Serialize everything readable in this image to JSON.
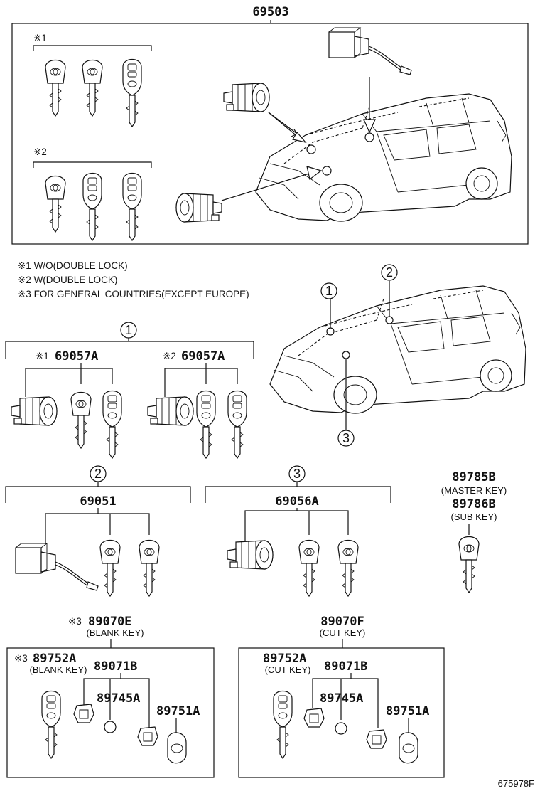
{
  "header": {
    "assembly": "69503"
  },
  "top_box": {
    "group1_mark": "※1",
    "group2_mark": "※2"
  },
  "notes": [
    "※1 W/O(DOUBLE LOCK)",
    "※2 W(DOUBLE LOCK)",
    "※3 FOR GENERAL COUNTRIES(EXCEPT EUROPE)"
  ],
  "callouts": {
    "c1": "1",
    "c2": "2",
    "c3": "3"
  },
  "section1": {
    "a_mark": "※1",
    "a_part": "69057A",
    "b_mark": "※2",
    "b_part": "69057A"
  },
  "section2": {
    "part": "69051"
  },
  "section3": {
    "part": "69056A"
  },
  "keys": {
    "master_part": "89785B",
    "master_label": "(MASTER KEY)",
    "sub_part": "89786B",
    "sub_label": "(SUB KEY)"
  },
  "blank_set": {
    "mark": "※3",
    "part": "89070E",
    "label": "(BLANK KEY)",
    "key_mark": "※3",
    "key_part": "89752A",
    "key_label": "(BLANK KEY)",
    "sub1": "89071B",
    "sub2": "89745A",
    "sub3": "89751A"
  },
  "cut_set": {
    "part": "89070F",
    "label": "(CUT KEY)",
    "key_part": "89752A",
    "key_label": "(CUT KEY)",
    "sub1": "89071B",
    "sub2": "89745A",
    "sub3": "89751A"
  },
  "footer": {
    "code": "675978F"
  }
}
